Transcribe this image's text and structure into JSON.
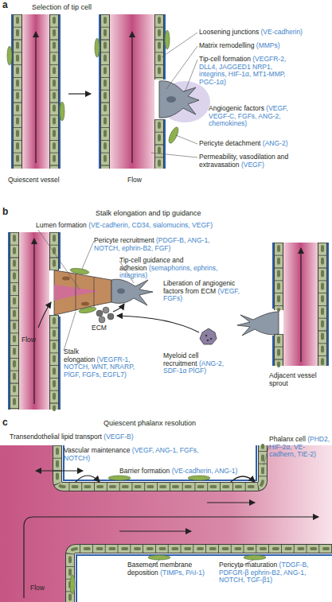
{
  "diagram": {
    "labels": [
      "a",
      "Selection of tip cell",
      "Loosening junctions",
      "(VE-cadherin)",
      "Matrix remodelling",
      "(MMPs)",
      "Tip-cell formation",
      "(VEGFR-2, DLL4, JAGGED1 NRP1, integrins, HIF-1α, MT1-MMP, PGC-1α)",
      "Angiogenic factors",
      "(VEGF, VEGF-C, FGFs, ANG-2, chemokines)",
      "Pericyte detachment",
      "(ANG-2)",
      "Permeability, vasodilation and extravasation",
      "(VEGF)",
      "Quiescent vessel",
      "Flow",
      "b",
      "Stalk elongation and tip guidance",
      "Lumen formation",
      "(VE-cadherin, CD34, sialomucins, VEGF)",
      "Pericyte recruitment",
      "(PDGF-B, ANG-1, NOTCH, ephrin-B2, FGF)",
      "Tip-cell guidance and adhesion",
      "(semaphorins, ephrins, integrins)",
      "Liberation of angiogenic factors from ECM",
      "(VEGF, FGFs)",
      "ECM",
      "Flow",
      "Stalk elongation",
      "(VEGFR-1, NOTCH, WNT, NRARP, PlGF, FGFs, EGFL7)",
      "Myeloid cell recruitment",
      "(ANG-2, SDF-1α PlGF)",
      "Adjacent vessel sprout",
      "c",
      "Quiescent phalanx resolution",
      "Transendothelial lipid transport",
      "(VEGF-B)",
      "Phalanx cell",
      "(PHD2, HIF-2α, VE-cadhern, TIE-2)",
      "Vascular maintenance",
      "(VEGF, ANG-1, FGFs, NOTCH)",
      "Barrier formation",
      "(VE-cadherin, ANG-1)",
      "Basement membrane deposition",
      "(TIMPs, PAI-1)",
      "Pericyte maturation",
      "(TDGF-B, PDFGR-β ephrin-B2, ANG-1, NOTCH, TGF-β1)",
      "Flow"
    ]
  }
}
